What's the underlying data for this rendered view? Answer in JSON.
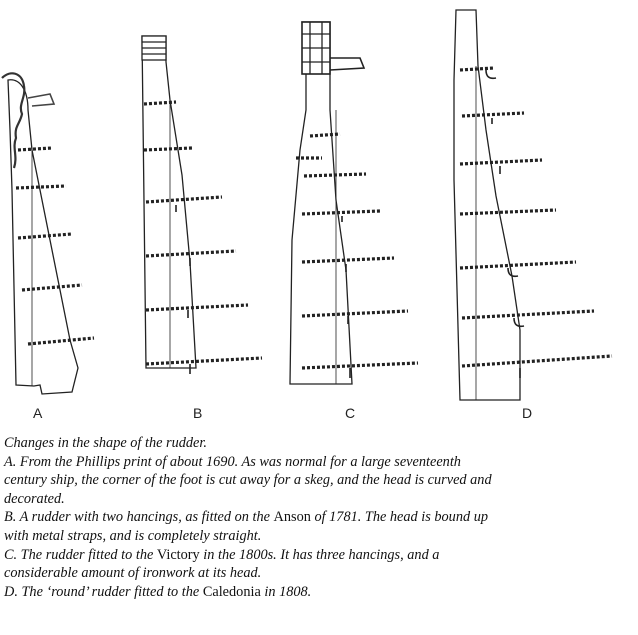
{
  "figure": {
    "labels": [
      "A",
      "B",
      "C",
      "D"
    ]
  },
  "caption": {
    "title": "Changes in the shape of the rudder.",
    "a_line1": "A. From the Phillips print of about 1690. As was normal for a large seventeenth",
    "a_line2": "century ship, the corner of the foot is cut away for a skeg, and the head is curved and",
    "a_line3": "decorated.",
    "b_line1_pre": "B. A rudder with two hancings, as fitted on the ",
    "b_ship": "Anson",
    "b_line1_post": " of 1781. The head is bound up",
    "b_line2": "with metal straps, and is completely straight.",
    "c_line1_pre": " C. The rudder fitted to the ",
    "c_ship": "Victory",
    "c_line1_post": " in the 1800s. It has three hancings, and a",
    "c_line2": "considerable amount of ironwork at its head.",
    "d_line1_pre": "D. The ‘round’ rudder fitted to the ",
    "d_ship": "Caledonia",
    "d_line1_post": " in 1808."
  }
}
